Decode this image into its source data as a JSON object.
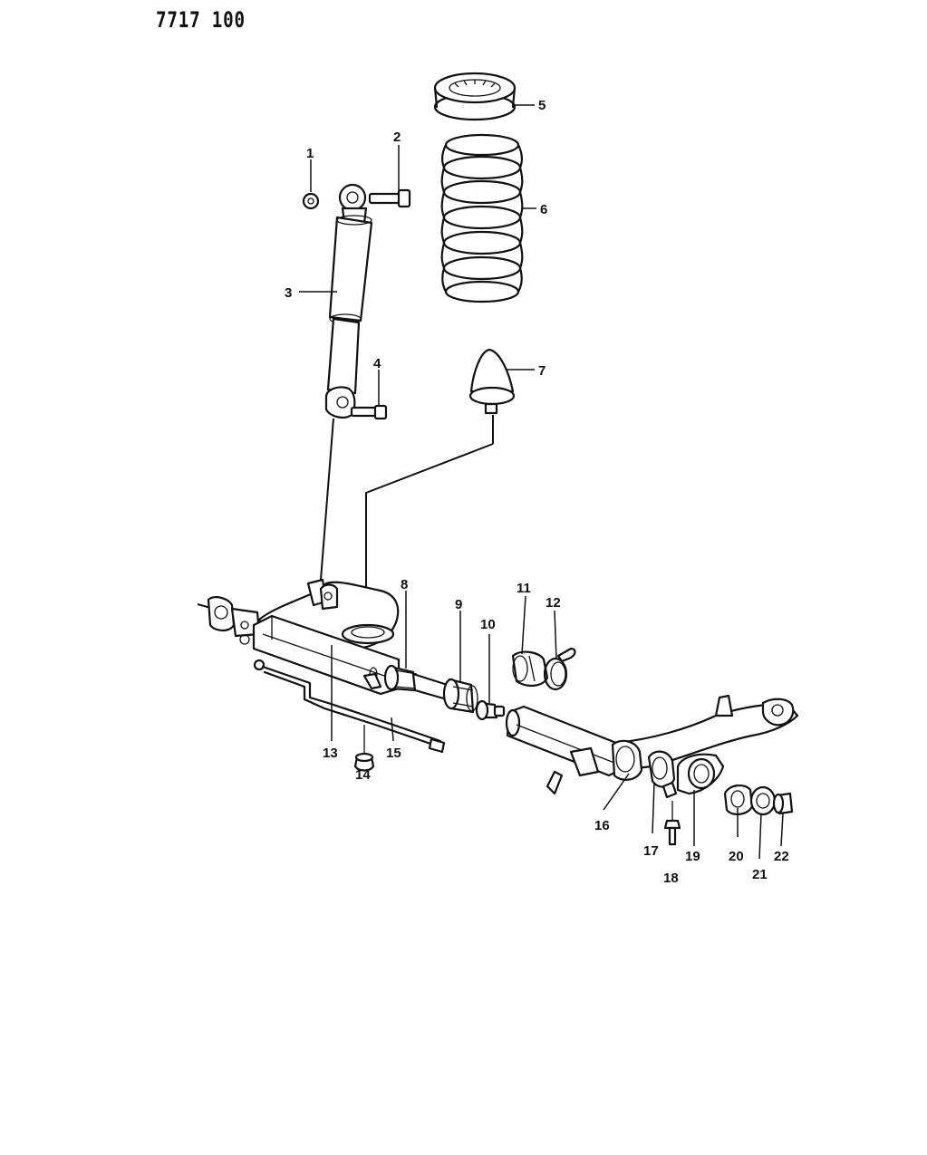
{
  "drawing_code": "7717 100",
  "callouts": {
    "c1": "1",
    "c2": "2",
    "c3": "3",
    "c4": "4",
    "c5": "5",
    "c6": "6",
    "c7": "7",
    "c8": "8",
    "c9": "9",
    "c10": "10",
    "c11": "11",
    "c12": "12",
    "c13": "13",
    "c14": "14",
    "c15": "15",
    "c16": "16",
    "c17": "17",
    "c18": "18",
    "c19": "19",
    "c20": "20",
    "c21": "21",
    "c22": "22"
  }
}
